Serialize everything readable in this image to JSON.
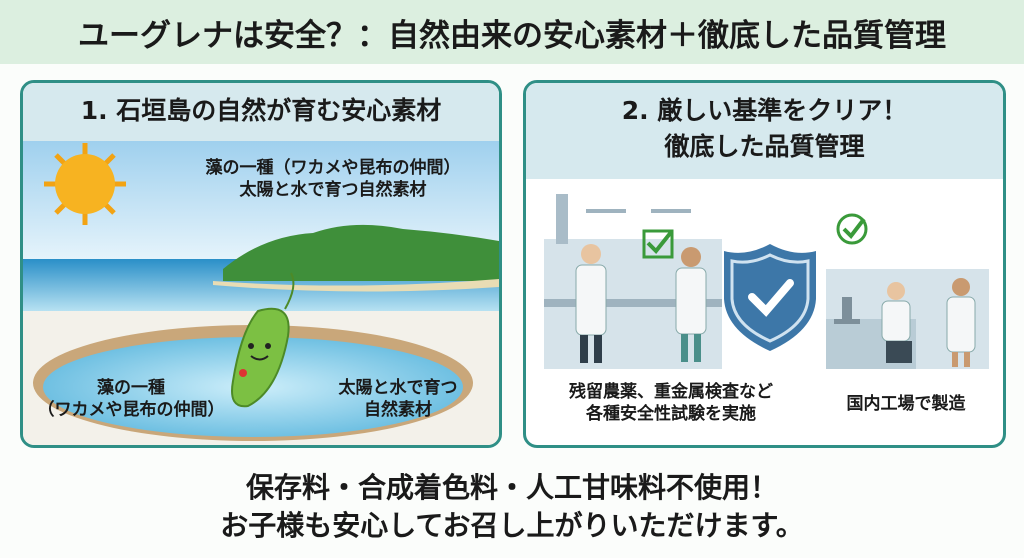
{
  "header": {
    "title": "ユーグレナは安全？：自然由来の安心素材＋徹底した品質管理"
  },
  "panel1": {
    "title": "1. 石垣島の自然が育む安心素材",
    "caption_top": [
      "藻の一種（ワカメや昆布の仲間）",
      "太陽と水で育つ自然素材"
    ],
    "caption_left": [
      "藻の一種",
      "（ワカメや昆布の仲間）"
    ],
    "caption_right": [
      "太陽と水で育つ",
      "自然素材"
    ]
  },
  "panel2": {
    "title": [
      "2. 厳しい基準をクリア！",
      "徹底した品質管理"
    ],
    "caption_left": [
      "残留農薬、重金属検査など",
      "各種安全性試験を実施"
    ],
    "caption_right": "国内工場で製造"
  },
  "footer": {
    "lines": [
      "保存料・合成着色料・人工甘味料不使用！",
      "お子様も安心してお召し上がりいただけます。"
    ]
  },
  "colors": {
    "accent": "#2f8f86",
    "header_bg": "#dcefe0",
    "panel_header_bg": "#d6e9ee",
    "check": "#3a9a3a",
    "shield": "#3d77a8"
  }
}
